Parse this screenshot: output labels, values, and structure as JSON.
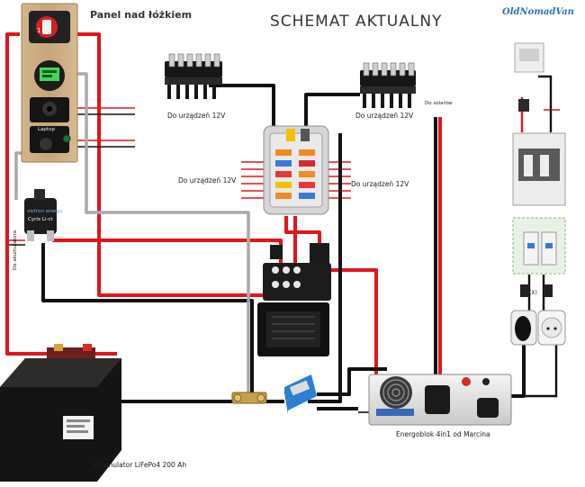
{
  "title": "SCHEMAT AKTUALNY",
  "brand": "OldNomadVan",
  "panel": {
    "title": "Panel nad łóżkiem",
    "usb_label": "Laptop"
  },
  "labels": {
    "devices_top_left": "Do urządzeń 12V",
    "devices_top_right": "Do urządzeń 12V",
    "devices_mid_left": "Do urządzeń 12V",
    "devices_mid_right": "Do urządzeń 12V",
    "to_solar": "Do solarów",
    "to_battery": "Do akumulatora"
  },
  "charger": {
    "brand": "victron energy",
    "model": "Cyrix Li-ct"
  },
  "battery": {
    "label": "Akumulator LiFePo4 200 Ah"
  },
  "inverter": {
    "label": "Energoblok 4in1 od Marcina"
  },
  "colors": {
    "positive": "#e0161b",
    "negative": "#111111",
    "signal": "#a9a9a9"
  }
}
